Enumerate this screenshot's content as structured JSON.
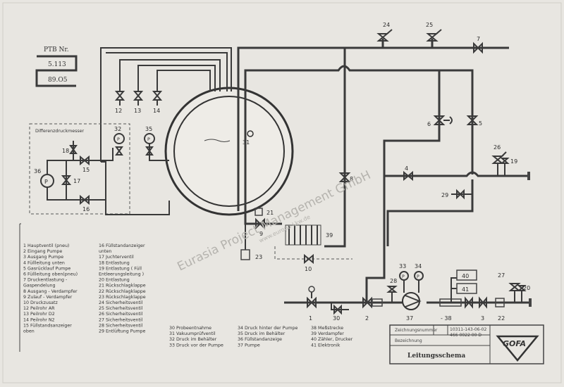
{
  "ptb": {
    "title": "PTB Nr.",
    "number": "5.113",
    "date": "89.O5"
  },
  "differential_box_label": "Differenzdruckmesser",
  "component_numbers": {
    "n1": "1",
    "n2": "2",
    "n3": "3",
    "n4": "4",
    "n5": "5",
    "n6": "6",
    "n7": "7",
    "n8": "8",
    "n9": "9",
    "n10": "10",
    "n12": "12",
    "n13": "13",
    "n14": "14",
    "n15": "15",
    "n16": "16",
    "n17": "17",
    "n18": "18",
    "n19": "19",
    "n20": "20",
    "n21": "21",
    "n22": "22",
    "n23": "23",
    "n24": "24",
    "n25": "25",
    "n26": "26",
    "n27": "27",
    "n28": "28",
    "n29": "29",
    "n30": "30",
    "n31": "31",
    "n32": "32",
    "n33": "33",
    "n34": "34",
    "n35": "35",
    "n36": "36",
    "n37": "37",
    "n38": "- 38",
    "n39": "39",
    "n40": "40",
    "n41": "41"
  },
  "gauge_letter": "P",
  "legend": {
    "col1": [
      "1  Hauptventil (pneu)",
      "2  Eingang Pumpe",
      "3  Ausgang Pumpe",
      "4  Füllleitung unten",
      "5  Gasrücklauf Pumpe",
      "6  Füllleitung oben(pneu)",
      "7  Druckentlastung -",
      "    Gaspendelung",
      "8  Ausgang - Verdampfer",
      "9  Zulauf - Verdampfer",
      "10  Druckzusatz",
      "12  Peilrohr  AR",
      "13  Peilrohr  D2",
      "14  Peilrohr  N2",
      "15  Füllstandsanzeiger",
      "    oben"
    ],
    "col2": [
      "16  Füllstandanzeiger",
      "      unten",
      "17  Juchterventil",
      "18  Entlastung",
      "19  Entlastung ( Füll",
      "      Entleerungsleitung )",
      "20  Entlastung",
      "21  Rückschlagklappe",
      "22  Rückschlagklappe",
      "23  Rückschlagklappe",
      "24  Sicherheitsventil",
      "25  Sicherheitsventil",
      "26  Sicherheitsventil",
      "27  Sicherheitsventil",
      "28  Sicherheitsventil",
      "29  Entlüftung Pumpe"
    ],
    "col3": [
      "30  Probeentnahme",
      "31  Vakuumprüfventil",
      "32  Druck im Behälter",
      "33  Druck vor der Pumpe"
    ],
    "col4": [
      "34  Druck hinter der Pumpe",
      "35  Druck im Behälter",
      "36  Füllstandanzeige",
      "37  Pumpe"
    ],
    "col5": [
      "38  Meßstrecke",
      "39  Verdampfer",
      "40  Zähler, Drucker",
      "41  Elektronik"
    ]
  },
  "title_block": {
    "drawing_no_label": "Zeichnungsnummer",
    "drawing_no": "10311-143-06-02",
    "drawing_no2": "466-0022 00 D",
    "name_label": "Bezeichnung",
    "name": "Leitungsschema",
    "logo": "GOFA"
  },
  "watermark": {
    "text": "Eurasia Project Management GmbH",
    "url": "www.europa-Lkw.de"
  }
}
